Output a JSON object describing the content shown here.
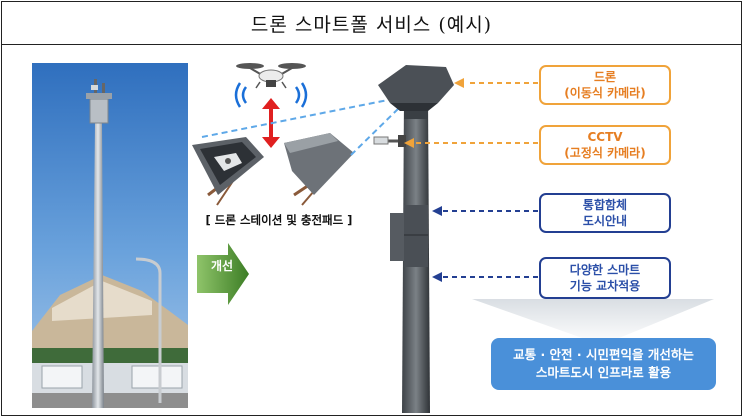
{
  "title": "드론 스마트폴 서비스 (예시)",
  "arrow_label": "개선",
  "station_label": "[ 드론 스테이션 및 충전패드 ]",
  "callouts": [
    {
      "line1": "드론",
      "line2": "(이동식 카메라)",
      "color": "#f0a33a"
    },
    {
      "line1": "CCTV",
      "line2": "(고정식 카메라)",
      "color": "#f0a33a"
    },
    {
      "line1": "통합함체",
      "line2": "도시안내",
      "color": "#233f92"
    },
    {
      "line1": "다양한 스마트",
      "line2": "기능 교차적용",
      "color": "#233f92"
    }
  ],
  "result": {
    "line1": "교통 · 안전 · 시민편익을 개선하는",
    "line2": "스마트도시 인프라로 활용"
  },
  "colors": {
    "orange_accent": "#f0a33a",
    "navy_accent": "#233f92",
    "result_blue": "#4a90d9",
    "improve_arrow": "#4d8a2a",
    "drone_link_arrow": "#e02020"
  }
}
